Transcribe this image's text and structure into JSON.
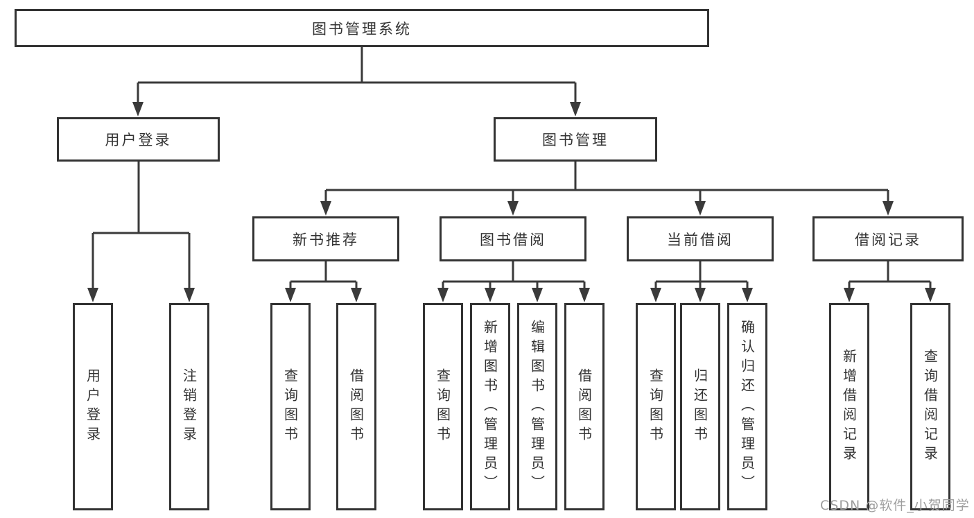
{
  "root": {
    "label": "图书管理系统"
  },
  "level2": {
    "user_login": {
      "label": "用户登录"
    },
    "book_management": {
      "label": "图书管理"
    }
  },
  "level3": {
    "new_book_recommend": {
      "label": "新书推荐"
    },
    "book_borrowing": {
      "label": "图书借阅"
    },
    "current_borrowing": {
      "label": "当前借阅"
    },
    "borrowing_records": {
      "label": "借阅记录"
    }
  },
  "level4": {
    "user_login_children": [
      {
        "label": "用户登录"
      },
      {
        "label": "注销登录"
      }
    ],
    "new_book_recommend_children": [
      {
        "label": "查询图书"
      },
      {
        "label": "借阅图书"
      }
    ],
    "book_borrowing_children": [
      {
        "label": "查询图书"
      },
      {
        "label": "新增图书（管理员）"
      },
      {
        "label": "编辑图书（管理员）"
      },
      {
        "label": "借阅图书"
      }
    ],
    "current_borrowing_children": [
      {
        "label": "查询图书"
      },
      {
        "label": "归还图书"
      },
      {
        "label": "确认归还（管理员）"
      }
    ],
    "borrowing_records_children": [
      {
        "label": "新增借阅记录"
      },
      {
        "label": "查询借阅记录"
      }
    ]
  },
  "watermark": {
    "text": "CSDN @软件_小贺同学"
  },
  "colors": {
    "border": "#333333",
    "line": "#3a3a3a",
    "text": "#333333",
    "background": "#ffffff",
    "watermark": "#9e9e9e"
  }
}
